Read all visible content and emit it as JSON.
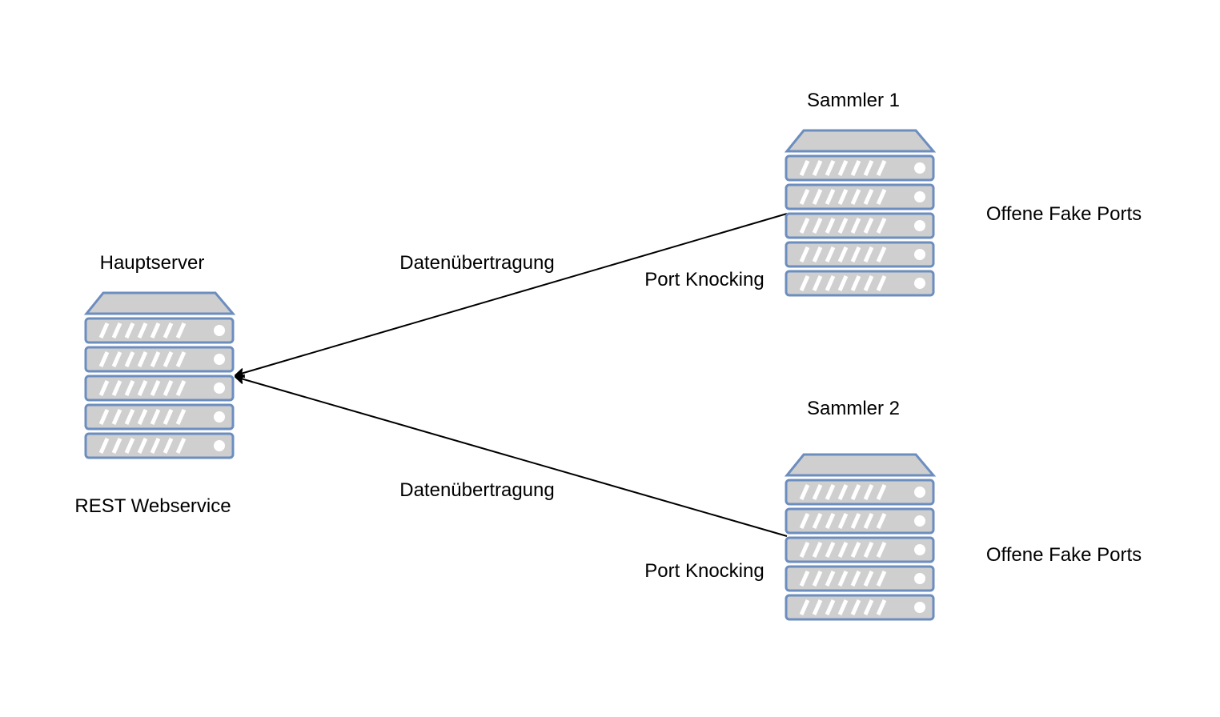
{
  "colors": {
    "background": "#ffffff",
    "server_fill": "#cfcfcf",
    "server_stroke": "#6c8ebf",
    "stripe": "#ffffff",
    "edge": "#000000",
    "text": "#000000"
  },
  "nodes": {
    "main": {
      "title": "Hauptserver",
      "caption": "REST Webservice",
      "icon": "server-rack-icon"
    },
    "collector1": {
      "title": "Sammler 1",
      "side_label": "Offene Fake Ports",
      "icon": "server-rack-icon"
    },
    "collector2": {
      "title": "Sammler 2",
      "side_label": "Offene Fake Ports",
      "icon": "server-rack-icon"
    }
  },
  "edges": {
    "edge1": {
      "from": "Sammler 1",
      "to": "Hauptserver",
      "label": "Datenübertragung",
      "source_label": "Port Knocking"
    },
    "edge2": {
      "from": "Sammler 2",
      "to": "Hauptserver",
      "label": "Datenübertragung",
      "source_label": "Port Knocking"
    }
  }
}
